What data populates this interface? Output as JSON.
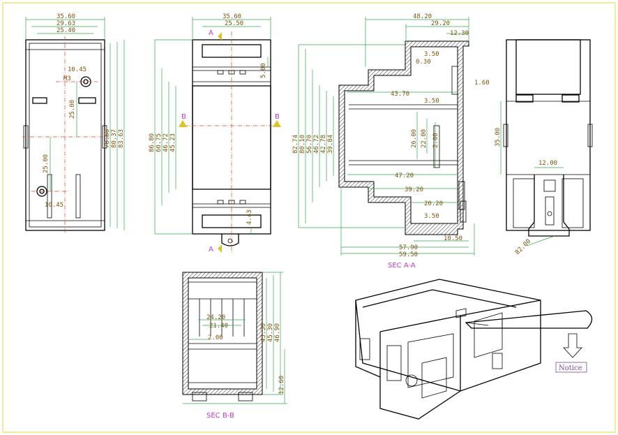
{
  "colors": {
    "border": "#f3e27a",
    "outline": "#000000",
    "dimension_line": "#2fa64a",
    "dimension_text": "#7a5410",
    "center_line": "#d2452c",
    "section_label": "#c03ac0"
  },
  "front_view": {
    "dims": [
      "35.60",
      "29.63",
      "25.40",
      "10.45",
      "M3",
      "25.00",
      "25.00",
      "10.45",
      "78.60",
      "80.37",
      "83.63"
    ]
  },
  "top_view": {
    "dims": [
      "35.60",
      "25.50",
      "5.00",
      "86.80",
      "60.75",
      "46.72",
      "45.23",
      "4.43"
    ],
    "section_a_top": "A",
    "section_a_bottom": "A",
    "section_b_left": "B",
    "section_b_right": "B"
  },
  "section_aa": {
    "dims_top": [
      "48.20",
      "29.20",
      "12.30"
    ],
    "dims_inner": [
      "3.50",
      "0.30",
      "1.60",
      "43.70",
      "3.50",
      "26.00",
      "22.00",
      "2.00",
      "47.20",
      "39.20",
      "20.20",
      "3.50",
      "10.50"
    ],
    "dims_left": [
      "82.74",
      "80.10",
      "56.70",
      "46.72",
      "42.78",
      "39.84"
    ],
    "dims_bottom": [
      "57.90",
      "59.50"
    ],
    "label": "SEC A-A"
  },
  "side_view": {
    "dims": [
      "35.00",
      "12.00",
      "82.00"
    ]
  },
  "section_bb": {
    "dims": [
      "24.20",
      "21.40",
      "2.00",
      "43.30",
      "45.30",
      "46.90",
      "12.60"
    ],
    "label": "SEC B-B"
  },
  "iso_view": {
    "notice": "Notice"
  }
}
